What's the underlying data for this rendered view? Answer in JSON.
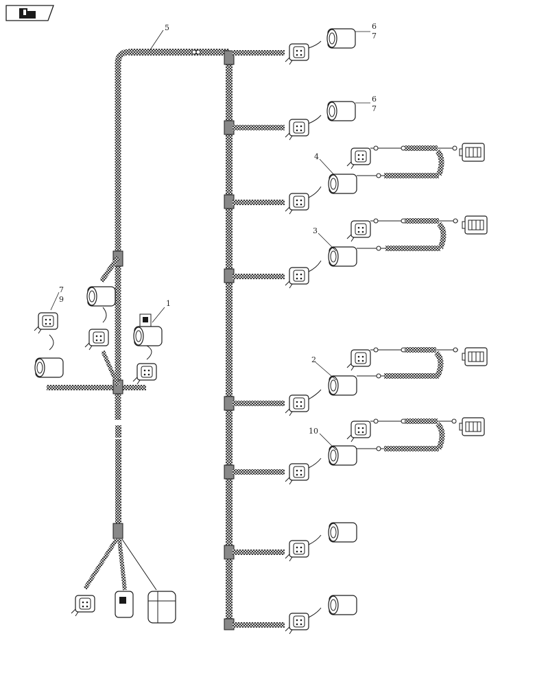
{
  "diagram": {
    "nav_icon": "hand-pointer-icon",
    "colors": {
      "line": "#1a1a1a",
      "wire": "#333333"
    },
    "callouts": {
      "c1": "1",
      "c2": "2",
      "c3": "3",
      "c4": "4",
      "c5": "5",
      "c6a": "6",
      "c7a": "7",
      "c6b": "6",
      "c7b": "7",
      "c7c": "7",
      "c9": "9",
      "c10": "10"
    }
  }
}
